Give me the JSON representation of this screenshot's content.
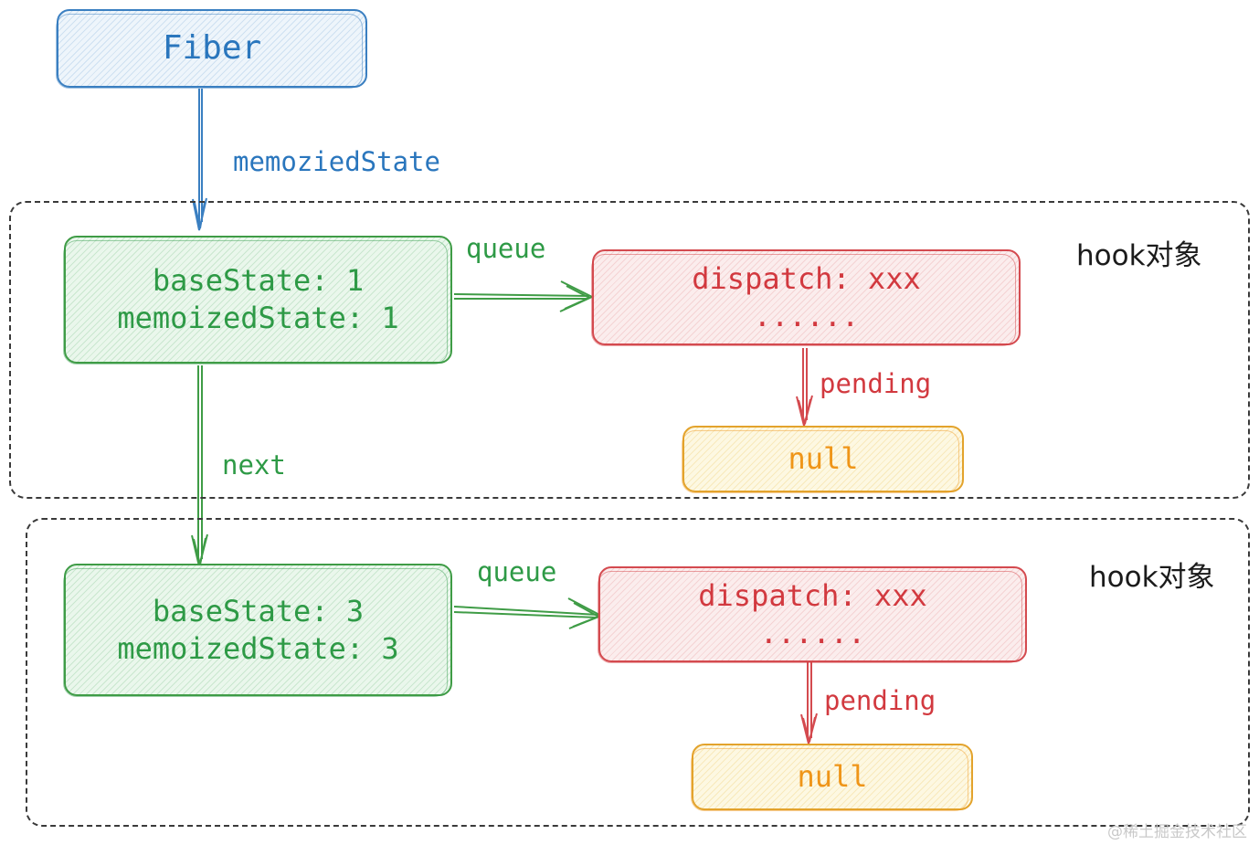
{
  "diagram": {
    "title_node": {
      "label": "Fiber"
    },
    "edges": {
      "fiber_to_hook1": "memoziedState",
      "hook1_queue": "queue",
      "hook1_pending": "pending",
      "hook1_next": "next",
      "hook2_queue": "queue",
      "hook2_pending": "pending"
    },
    "groups": [
      {
        "label": "hook对象"
      },
      {
        "label": "hook对象"
      }
    ],
    "hooks": [
      {
        "state": {
          "line1": "baseState: 1",
          "line2": "memoizedState: 1"
        },
        "queue": {
          "line1": "dispatch: xxx",
          "line2": "......"
        },
        "pending": {
          "label": "null"
        }
      },
      {
        "state": {
          "line1": "baseState: 3",
          "line2": "memoizedState: 3"
        },
        "queue": {
          "line1": "dispatch: xxx",
          "line2": "......"
        },
        "pending": {
          "label": "null"
        }
      }
    ],
    "watermark": "@稀土掘金技术社区",
    "colors": {
      "blue": "#2a76bd",
      "green": "#2e9a46",
      "red": "#d2393f",
      "yellow": "#ef9518",
      "group_border": "#3a3a3a"
    }
  }
}
